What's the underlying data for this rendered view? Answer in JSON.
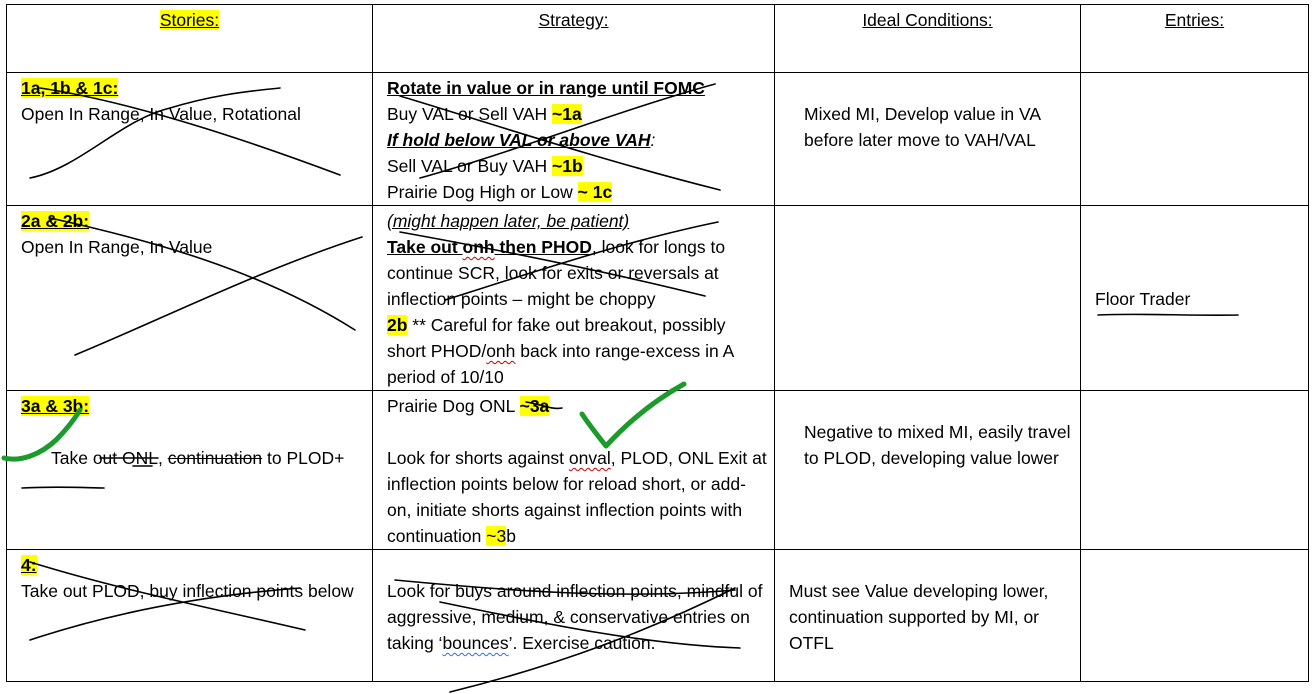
{
  "headers": {
    "stories": "Stories:",
    "strategy": "Strategy:",
    "ideal": "Ideal Conditions:",
    "entries": "Entries:"
  },
  "rows": [
    {
      "story_title": "1a, 1b & 1c:",
      "story_text": "Open In Range, In Value, Rotational",
      "strategy": {
        "l1": "Rotate in value or in range until FOMC",
        "l2a": "Buy VAL or Sell VAH ",
        "l2b": "~1a",
        "l3": "If hold below VAL or above VAH",
        "l3c": ":",
        "l4a": "Sell VAL or Buy VAH ",
        "l4b": "~1b",
        "l5a": "Prairie Dog High or Low ",
        "l5b": "~ 1c"
      },
      "ideal": "Mixed MI, Develop value in VA before later move to VAH/VAL",
      "entries": ""
    },
    {
      "story_title": "2a & 2b:",
      "story_text": "Open In Range, In Value",
      "strategy": {
        "l1": " (might happen later, be patient)",
        "l2a": "Take out ",
        "l2b": "onh",
        "l2c": " then PHOD",
        "l2d": ", look for longs to continue SCR, look for exits or reversals at inflection points – might be choppy",
        "l3a": "2b",
        "l3b": " ** Careful for fake out breakout, possibly short PHOD/",
        "l3c": "onh",
        "l3d": " back into range-excess in A period of 10/10"
      },
      "ideal": "",
      "entries": "Floor Trader"
    },
    {
      "story_title": "3a & 3b:",
      "story_text_a": "Take out ONL, ",
      "story_text_b": "continuation",
      "story_text_c": " to PLOD+",
      "strategy": {
        "l1a": "Prairie Dog ONL ",
        "l1b": "~3a",
        "l2a": "Look for shorts against ",
        "l2b": "onval",
        "l2c": ", PLOD, ONL Exit at inflection points below for reload short, or add-on, initiate shorts against inflection points with continuation ",
        "l2d": "~3",
        "l2e": "b"
      },
      "ideal": "Negative to mixed MI, easily travel to PLOD, developing value lower",
      "entries": ""
    },
    {
      "story_title": "4:",
      "story_text": "Take out PLOD, buy inflection points below",
      "strategy": {
        "l1a": "Look for buys around inflection points, mindful of aggressive, medium, & conservative entries on taking ‘",
        "l1b": "bounces",
        "l1c": "’. Exercise caution."
      },
      "ideal": "Must see Value developing lower, continuation supported by MI, or OTFL",
      "entries": ""
    }
  ],
  "colors": {
    "highlight": "#ffff00",
    "ink": "#000000",
    "check": "#1c9a2b"
  }
}
